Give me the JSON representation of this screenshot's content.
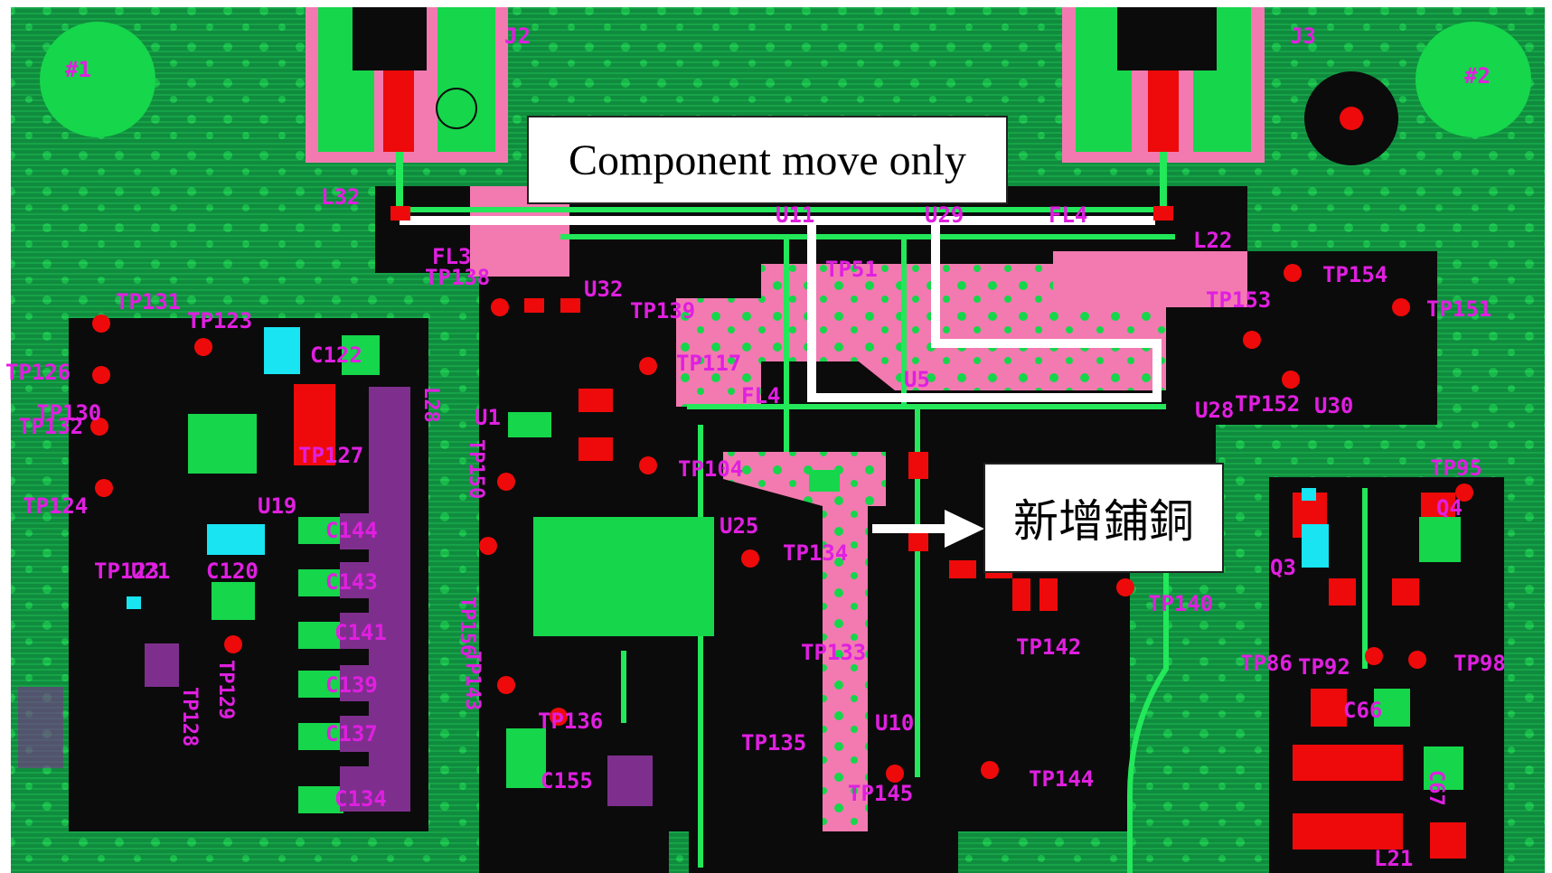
{
  "colors": {
    "board_bg": "#0b0b0b",
    "ground_pour": "#119a44",
    "pad_green": "#16d64b",
    "trace_green": "#22e85a",
    "pad_red": "#ee0a0a",
    "silk_pink": "#f27ab0",
    "ref_magenta": "#e01fe0",
    "cyan_part": "#18e4f2",
    "purple_part": "#7e2f8e",
    "callout_white": "#ffffff"
  },
  "callouts": {
    "component_move": "Component move only",
    "new_copper": "新增鋪銅"
  },
  "designators": [
    "#1",
    "J2",
    "J3",
    "#2",
    "L32",
    "FL3",
    "TP138",
    "U32",
    "TP139",
    "U11",
    "U29",
    "FL4",
    "TP51",
    "L22",
    "TP153",
    "TP154",
    "TP151",
    "TP131",
    "TP123",
    "C122",
    "TP126",
    "TP130",
    "TP132",
    "L28",
    "U1",
    "TP117",
    "TP150",
    "FL4",
    "U5",
    "U28",
    "TP152",
    "U30",
    "TP127",
    "TP104",
    "TP95",
    "TP124",
    "U19",
    "C144",
    "U25",
    "TP134",
    "Q4",
    "Q3",
    "TP123",
    "U21",
    "C120",
    "C143",
    "TP140",
    "TP142",
    "C141",
    "TP133",
    "TP86",
    "TP92",
    "TP98",
    "TP129",
    "C139",
    "TP156",
    "TP143",
    "TP128",
    "C137",
    "TP136",
    "TP135",
    "U10",
    "C66",
    "C155",
    "TP145",
    "TP144",
    "C134",
    "C67",
    "L21"
  ]
}
